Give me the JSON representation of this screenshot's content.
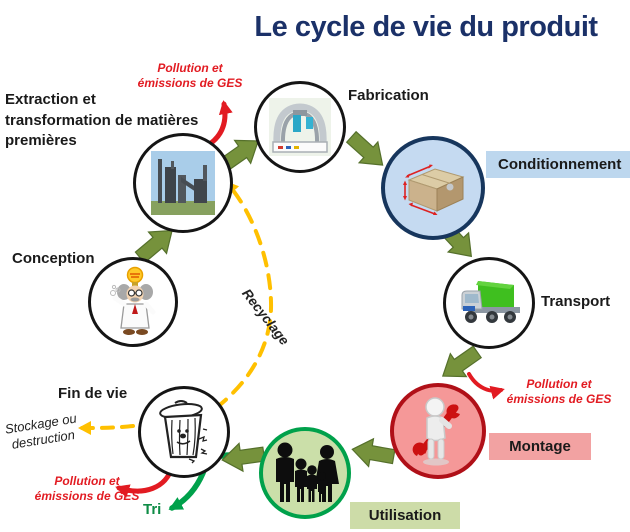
{
  "title": "Le cycle de vie du produit",
  "nodes": {
    "extraction": {
      "lines": [
        "Extraction et",
        "transformation de matières",
        "premières"
      ]
    },
    "fabrication": {
      "label": "Fabrication"
    },
    "conditionnement": {
      "label": "Conditionnement"
    },
    "transport": {
      "label": "Transport"
    },
    "montage": {
      "label": "Montage"
    },
    "utilisation": {
      "label": "Utilisation"
    },
    "fin_de_vie": {
      "label": "Fin de vie"
    },
    "conception": {
      "label": "Conception"
    }
  },
  "annotations": {
    "pollution_top": "Pollution et émissions de GES",
    "pollution_right": "Pollution et émissions de GES",
    "pollution_bottom_left": "Pollution et émissions de GES",
    "recyclage": "Recyclage",
    "stockage_destruction": "Stockage ou destruction",
    "tri": "Tri"
  },
  "colors": {
    "title_blue": "#1B3168",
    "flow_arrow_olive": "#76923C",
    "pollution_red": "#E21B22",
    "recycle_yellow": "#FFC000",
    "tri_green": "#00A14B",
    "conditionnement_badge_bg": "#BDD7EE",
    "montage_badge_bg": "#F2A2A2",
    "utilisation_badge_bg": "#CDDCA8"
  }
}
